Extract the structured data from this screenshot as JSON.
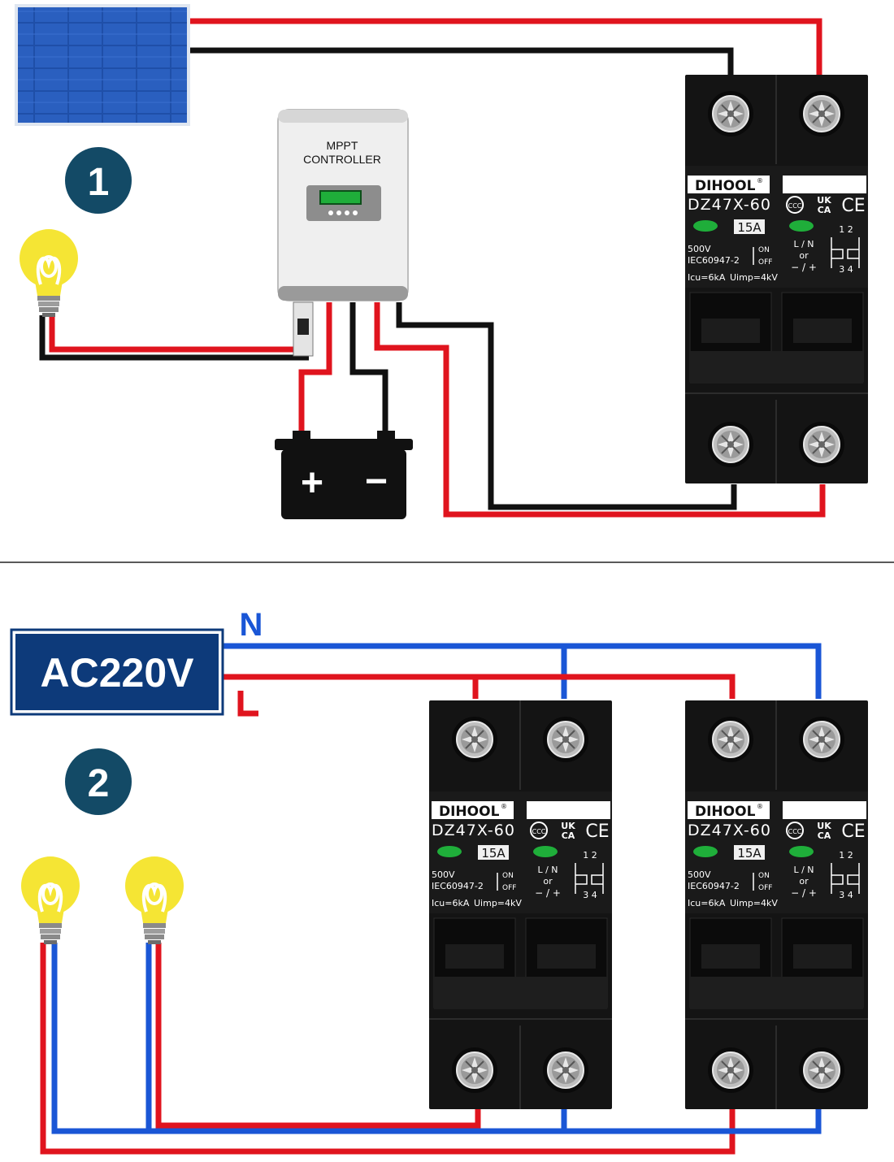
{
  "colors": {
    "live": "#e0141e",
    "neutral": "#1a56d6",
    "dc_negative": "#111111",
    "panel_blue": "#1f4fa8",
    "badge_bg": "#134a66",
    "ac_box_bg": "#0d3a7a",
    "breaker_body": "#141414",
    "bulb": "#f5e534",
    "indicator_green": "#1fae3a"
  },
  "scheme1": {
    "badge": "1",
    "controller": {
      "line1": "MPPT",
      "line2": "CONTROLLER"
    },
    "battery": {
      "plus": "+",
      "minus": "−"
    }
  },
  "scheme2": {
    "badge": "2",
    "source_label": "AC220V",
    "neutral_label": "N",
    "live_label": "L"
  },
  "breaker": {
    "brand": "DIHOOL",
    "registered": "®",
    "model": "DZ47X-60",
    "rating": "15A",
    "voltage": "500V",
    "standard": "IEC60947-2",
    "on_label": "ON",
    "off_label": "OFF",
    "icu": "Icu=6kA",
    "uimp": "Uimp=4kV",
    "polarity_line1": "L / N",
    "polarity_line2": "or",
    "polarity_line3": "− / +",
    "terminal_top": "1  2",
    "terminal_bottom": "3  4",
    "mark_uk": "UK",
    "mark_ca": "CA",
    "mark_ce": "CE",
    "mark_ccc": "CCC"
  }
}
